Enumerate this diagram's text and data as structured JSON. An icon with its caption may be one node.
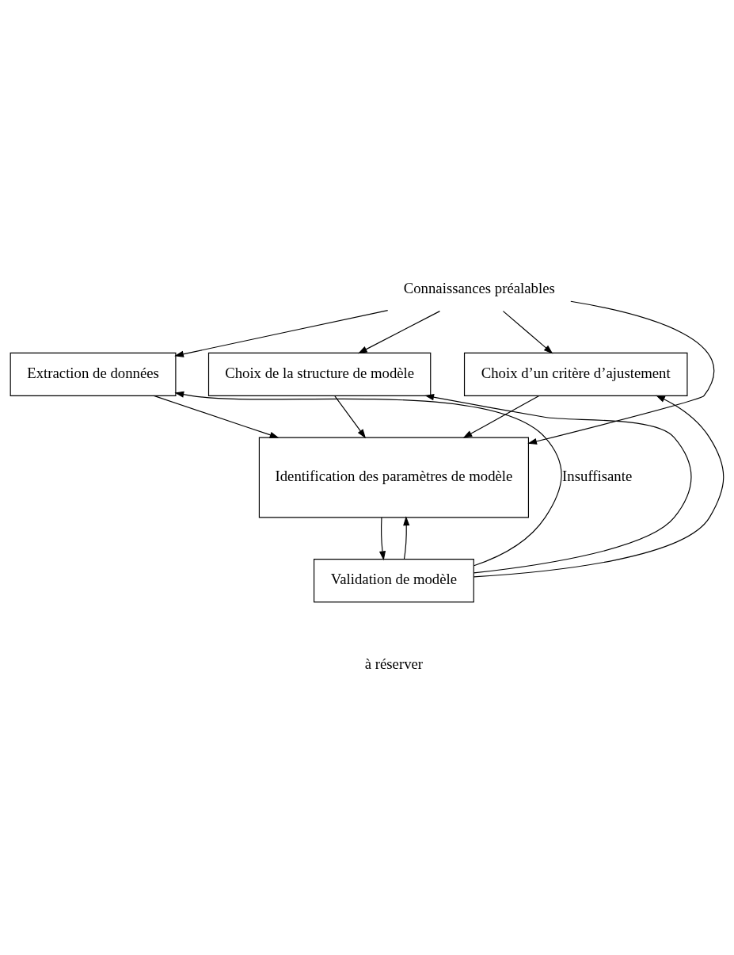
{
  "diagram": {
    "nodes": [
      {
        "text": [
          "Connaissances préalables"
        ]
      },
      {
        "text": [
          "Extraction de données"
        ]
      },
      {
        "text": [
          "Choix de la structure de modèle"
        ]
      },
      {
        "text": [
          "Choix d’un critère d’ajustement"
        ]
      },
      {
        "text": [
          "Identification des paramètres de modèle"
        ]
      },
      {
        "text": [
          "Validation de modèle"
        ]
      }
    ],
    "edges": [
      {
        "from": 0,
        "to": 1,
        "arrow": "to"
      },
      {
        "from": 0,
        "to": 2,
        "arrow": "to"
      },
      {
        "from": 0,
        "to": 3,
        "arrow": "to"
      },
      {
        "from": 0,
        "to": 4,
        "arrow": "to"
      },
      {
        "from": 1,
        "to": 4,
        "arrow": "to"
      },
      {
        "from": 2,
        "to": 4,
        "arrow": "to"
      },
      {
        "from": 3,
        "to": 4,
        "arrow": "to"
      },
      {
        "from": 4,
        "to": 5,
        "arrow": "to"
      },
      {
        "from": 5,
        "to": 1,
        "arrow": "to",
        "label": "Insuffisante"
      },
      {
        "from": 5,
        "to": 2,
        "arrow": "to"
      },
      {
        "from": 5,
        "to": 3,
        "arrow": "to"
      },
      {
        "from": 5,
        "to": 4,
        "arrow": "to"
      }
    ],
    "labels": [
      "à réserver"
    ]
  }
}
